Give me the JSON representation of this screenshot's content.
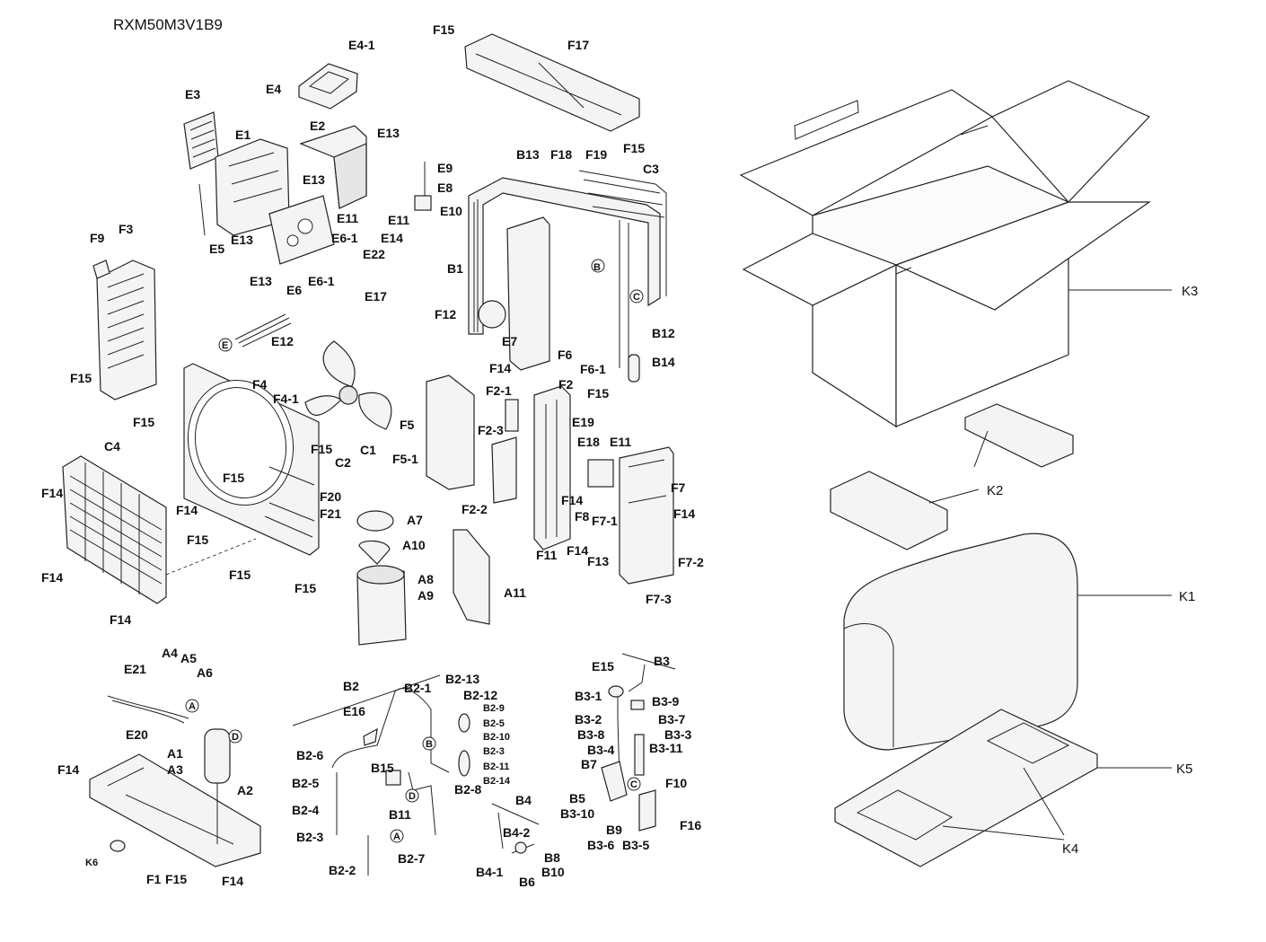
{
  "title": "RXM50M3V1B9",
  "labels": {
    "E4_1": "E4-1",
    "E4": "E4",
    "E3": "E3",
    "E2": "E2",
    "E13a": "E13",
    "E1": "E1",
    "E13b": "E13",
    "E13c": "E13",
    "E13d": "E13",
    "E5": "E5",
    "E6": "E6",
    "E6_1a": "E6-1",
    "E6_1b": "E6-1",
    "E17": "E17",
    "E11a": "E11",
    "E11b": "E11",
    "E14": "E14",
    "E22": "E22",
    "E9": "E9",
    "E8": "E8",
    "E10": "E10",
    "E12": "E12",
    "E7": "E7",
    "F15a": "F15",
    "F17": "F17",
    "F15b": "F15",
    "F18": "F18",
    "F19": "F19",
    "C3": "C3",
    "B13": "B13",
    "B1": "B1",
    "F12": "F12",
    "B12": "B12",
    "B14": "B14",
    "F6": "F6",
    "F6_1": "F6-1",
    "F14a": "F14",
    "F9": "F9",
    "F3": "F3",
    "F15c": "F15",
    "F4": "F4",
    "F4_1": "F4-1",
    "F15d": "F15",
    "F15e": "F15",
    "C1": "C1",
    "C2": "C2",
    "F15f": "F15",
    "F20": "F20",
    "F21": "F21",
    "C4": "C4",
    "F14b": "F14",
    "F14c": "F14",
    "F15g": "F15",
    "F14d": "F14",
    "F15h": "F15",
    "F15i": "F15",
    "F14e": "F14",
    "F5": "F5",
    "F5_1": "F5-1",
    "F2_1": "F2-1",
    "F2": "F2",
    "F15j": "F15",
    "E19": "E19",
    "F2_3": "F2-3",
    "E18": "E18",
    "E11c": "E11",
    "F14f": "F14",
    "F8": "F8",
    "F7_1": "F7-1",
    "F7": "F7",
    "F14g": "F14",
    "F2_2": "F2-2",
    "F11": "F11",
    "F14h": "F14",
    "F13": "F13",
    "F7_2": "F7-2",
    "F7_3": "F7-3",
    "A7": "A7",
    "A10": "A10",
    "A8": "A8",
    "A9": "A9",
    "A11": "A11",
    "E21": "E21",
    "A4": "A4",
    "A5": "A5",
    "A6": "A6",
    "E20": "E20",
    "A1": "A1",
    "A3": "A3",
    "A2": "A2",
    "F14i": "F14",
    "K6": "K6",
    "F1": "F1",
    "F15k": "F15",
    "F14j": "F14",
    "B2": "B2",
    "E16": "E16",
    "B2_1": "B2-1",
    "B2_13": "B2-13",
    "B2_12": "B2-12",
    "B2_9": "B2-9",
    "B2_5a": "B2-5",
    "B2_10": "B2-10",
    "B2_3a": "B2-3",
    "B2_11": "B2-11",
    "B2_14": "B2-14",
    "B2_8": "B2-8",
    "B2_6": "B2-6",
    "B2_5b": "B2-5",
    "B15": "B15",
    "B2_4": "B2-4",
    "B11": "B11",
    "B2_3b": "B2-3",
    "B2_2": "B2-2",
    "B2_7": "B2-7",
    "B4": "B4",
    "B4_2": "B4-2",
    "B8": "B8",
    "B10": "B10",
    "B4_1": "B4-1",
    "B6": "B6",
    "B3": "B3",
    "E15": "E15",
    "B3_1": "B3-1",
    "B3_9": "B3-9",
    "B3_2": "B3-2",
    "B3_7": "B3-7",
    "B3_8": "B3-8",
    "B3_3": "B3-3",
    "B3_4": "B3-4",
    "B3_11": "B3-11",
    "B7": "B7",
    "F10": "F10",
    "B5": "B5",
    "B3_10": "B3-10",
    "B9": "B9",
    "F16": "F16",
    "B3_6": "B3-6",
    "B3_5": "B3-5",
    "K3": "K3",
    "K2": "K2",
    "K1": "K1",
    "K5": "K5",
    "K4": "K4"
  },
  "markers": {
    "A": "A",
    "B": "B",
    "C": "C",
    "D": "D",
    "E": "E"
  }
}
